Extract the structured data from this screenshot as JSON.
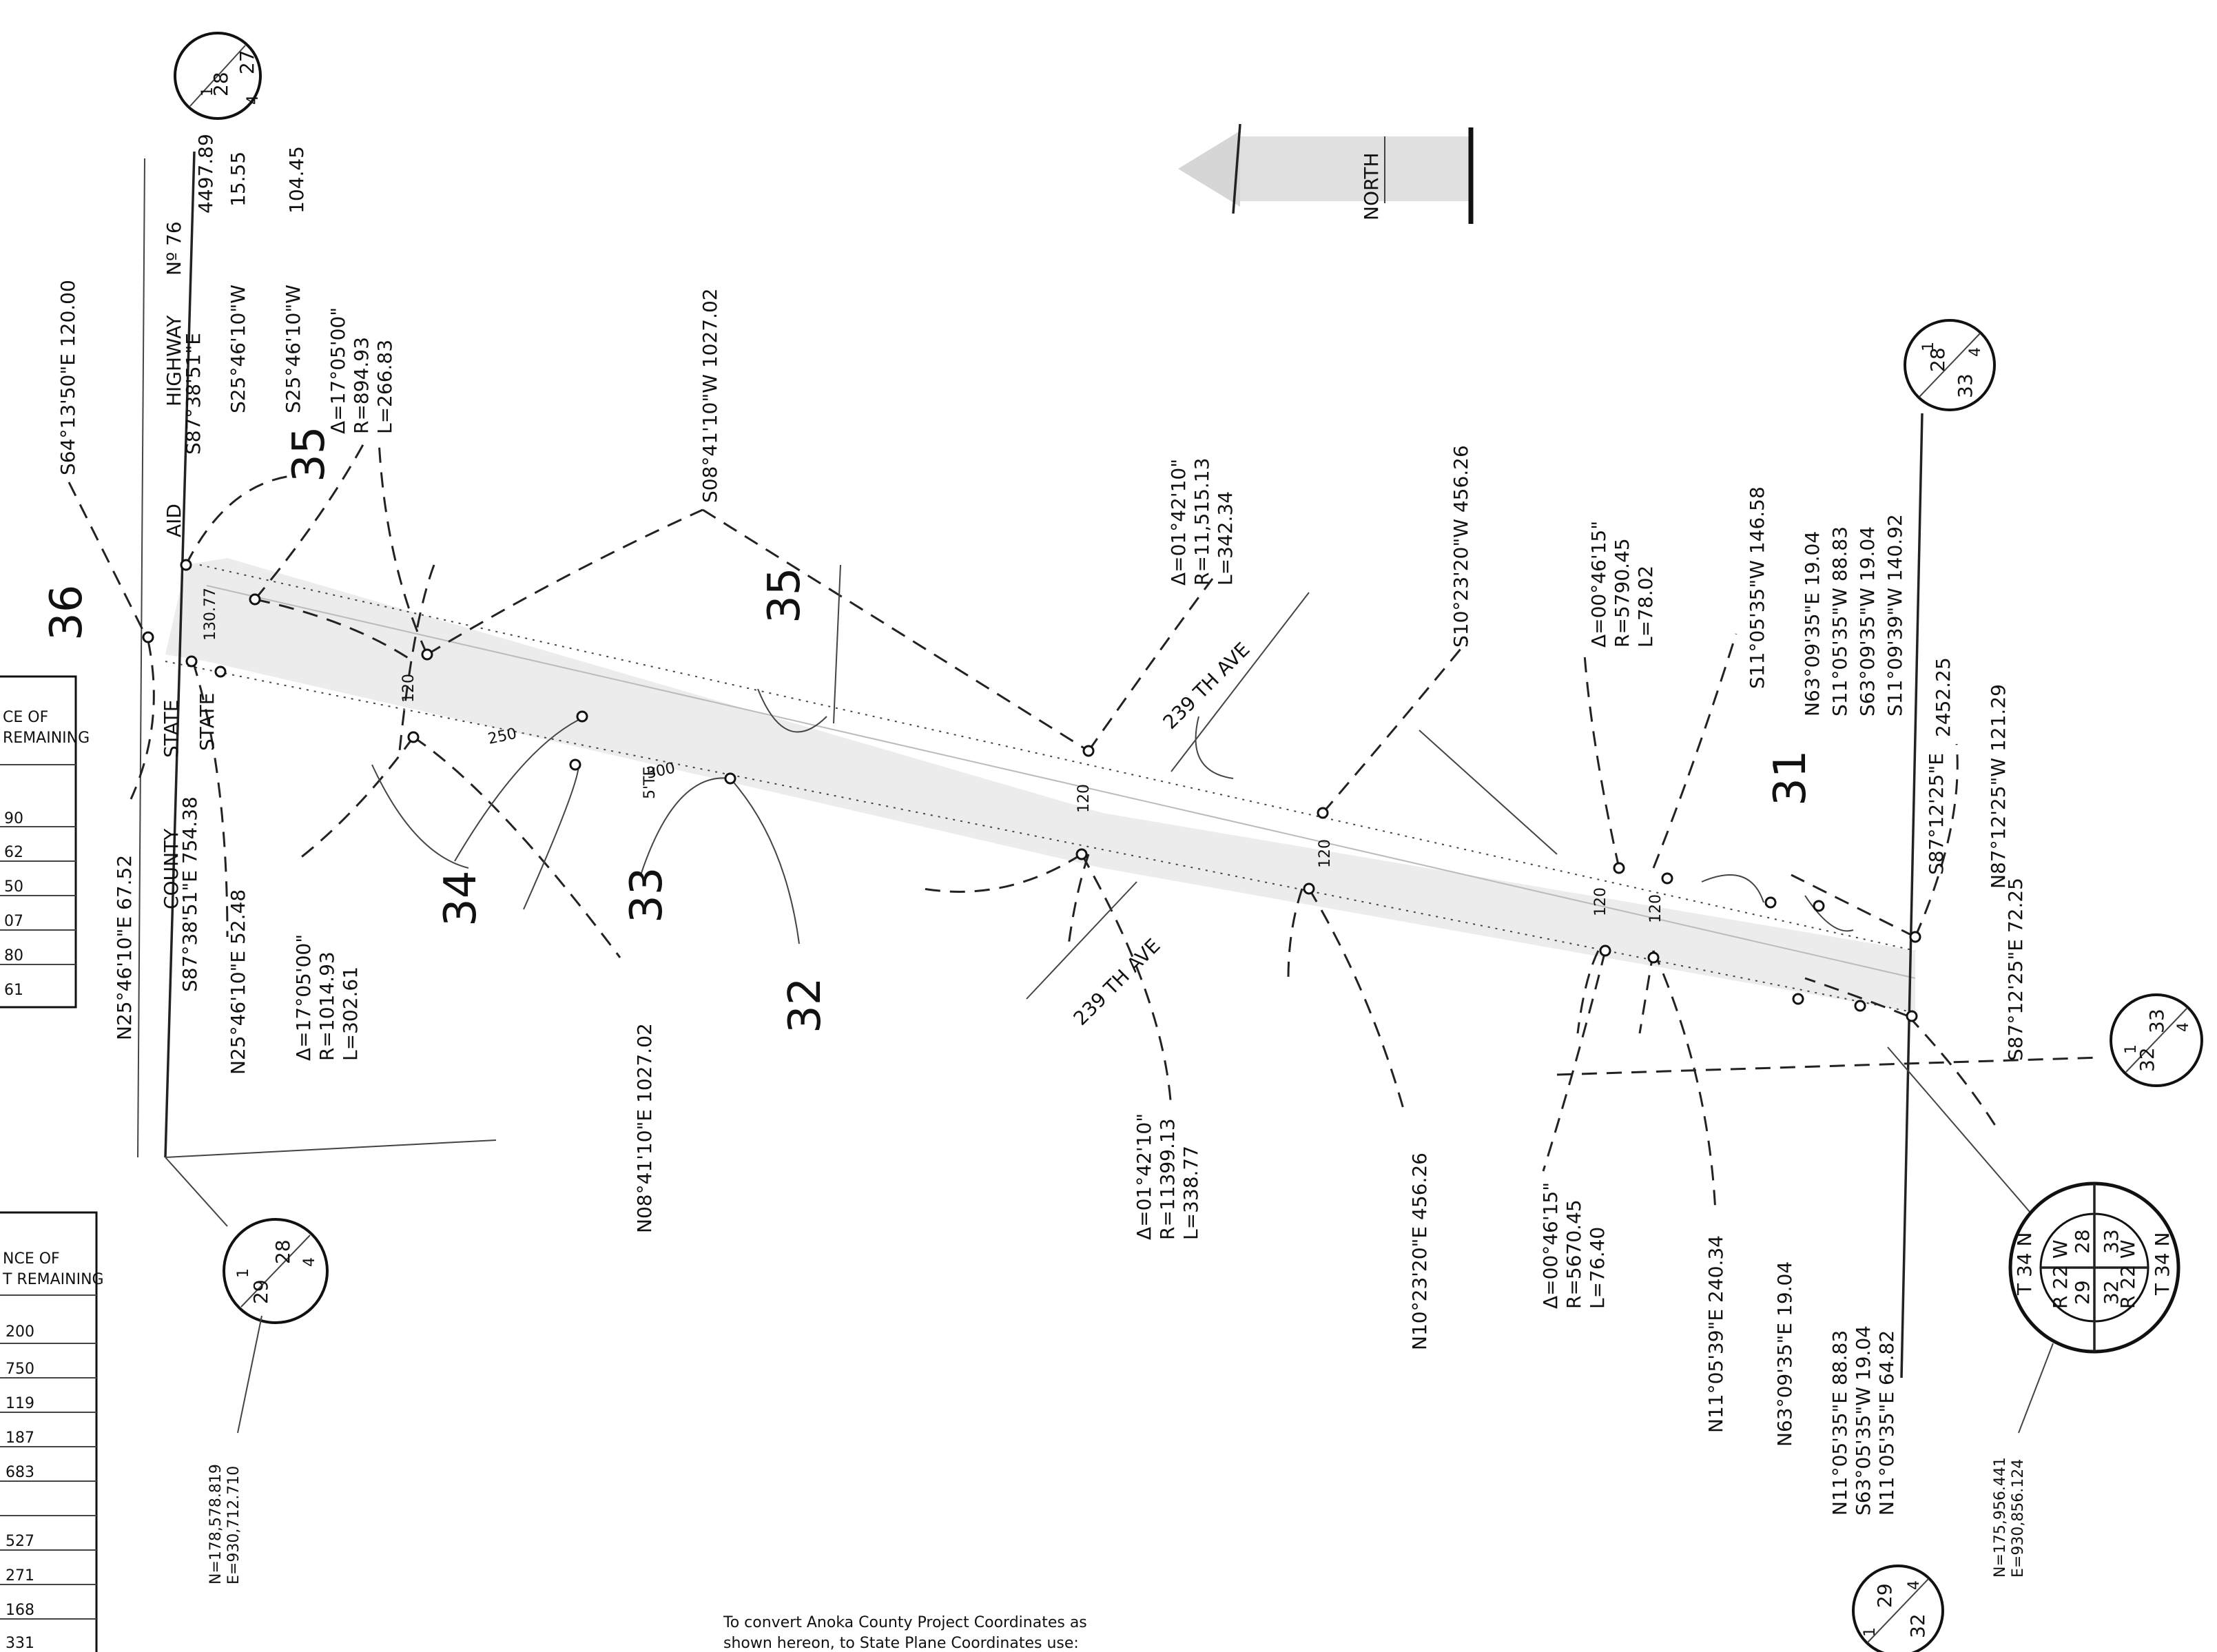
{
  "north_arrow": {
    "label": "NORTH"
  },
  "corner_markers": {
    "top_left": {
      "a": "28",
      "b": "27",
      "c": "1",
      "d": "4"
    },
    "right_upper": {
      "a": "28",
      "b": "33",
      "c": "1",
      "d": "4"
    },
    "right_middle": {
      "a": "32",
      "b": "33",
      "c": "1",
      "d": "4"
    },
    "bottom_left": {
      "a": "29",
      "b": "28",
      "c": "1",
      "d": "4"
    },
    "bottom_right": {
      "a": "29",
      "b": "32",
      "c": "1",
      "d": "4"
    }
  },
  "township_seal": {
    "r_top": "R 22 W",
    "r_bottom": "R 22 W",
    "t_left": "T 34 N",
    "t_right": "T 34 N",
    "sections": [
      "28",
      "33",
      "29",
      "32"
    ]
  },
  "coordinates": {
    "left_n": "N=178,578.819",
    "left_e": "E=930,712.710",
    "right_n": "N=175,956.441",
    "right_e": "E=930,856.124"
  },
  "parcel_numbers": [
    "36",
    "35",
    "35",
    "34",
    "33",
    "32",
    "31"
  ],
  "roads": {
    "highway": "HIGHWAY",
    "highway_no": "Nº 76",
    "aid": "AID",
    "state1": "STATE",
    "state2": "STATE",
    "county": "COUNTY",
    "ave_upper": "239 TH AVE",
    "ave_lower": "239 TH AVE"
  },
  "upper_labels": [
    "S64°13'50\"E 120.00",
    "S87°38'51\"E",
    "4497.89",
    "15.55",
    "S25°46'10\"W",
    "104.45",
    "S25°46'10\"W",
    "Δ=17°05'00\"",
    "R=894.93",
    "L=266.83",
    "S08°41'10\"W 1027.02",
    "Δ=01°42'10\"",
    "R=11,515.13",
    "L=342.34",
    "S10°23'20\"W 456.26",
    "Δ=00°46'15\"",
    "R=5790.45",
    "L=78.02",
    "S11°05'35\"W 146.58",
    "N63°09'35\"E 19.04",
    "S11°05'35\"W 88.83",
    "S63°09'35\"W 19.04",
    "S11°09'39\"W 140.92",
    "2452.25",
    "N87°12'25\"W 121.29",
    "S87°12'25\"E",
    "S87°12'25\"E 72.25"
  ],
  "lower_labels": [
    "N25°46'10\"E 67.52",
    "S87°38'51\"E 754.38",
    "N25°46'10\"E 52.48",
    "Δ=17°05'00\"",
    "R=1014.93",
    "L=302.61",
    "N08°41'10\"E 1027.02",
    "Δ=01°42'10\"",
    "R=11399.13",
    "L=338.77",
    "N10°23'20\"E 456.26",
    "Δ=00°46'15\"",
    "R=5670.45",
    "L=76.40",
    "N11°05'39\"E 240.34",
    "N63°09'35\"E 19.04",
    "N11°05'35\"E 88.83",
    "S63°05'35\"W 19.04",
    "N11°05'35\"E 64.82"
  ],
  "misc_labels": {
    "r130": "130.77",
    "s250": "250",
    "s300": "300",
    "ste": "5'TE",
    "w120": "120"
  },
  "table_top": {
    "header1": "CE OF",
    "header2": "REMAINING",
    "rows": [
      "90",
      "62",
      "50",
      "07",
      "80",
      "61"
    ]
  },
  "table_bottom": {
    "header1": "NCE OF",
    "header2": "T REMAINING",
    "rows": [
      "200",
      "750",
      "119",
      "187",
      "683",
      "",
      "527",
      "271",
      "168",
      "331"
    ]
  },
  "footnote": {
    "line1": "To convert Anoka County Project Coordinates as",
    "line2": "shown hereon, to State Plane Coordinates use:"
  }
}
